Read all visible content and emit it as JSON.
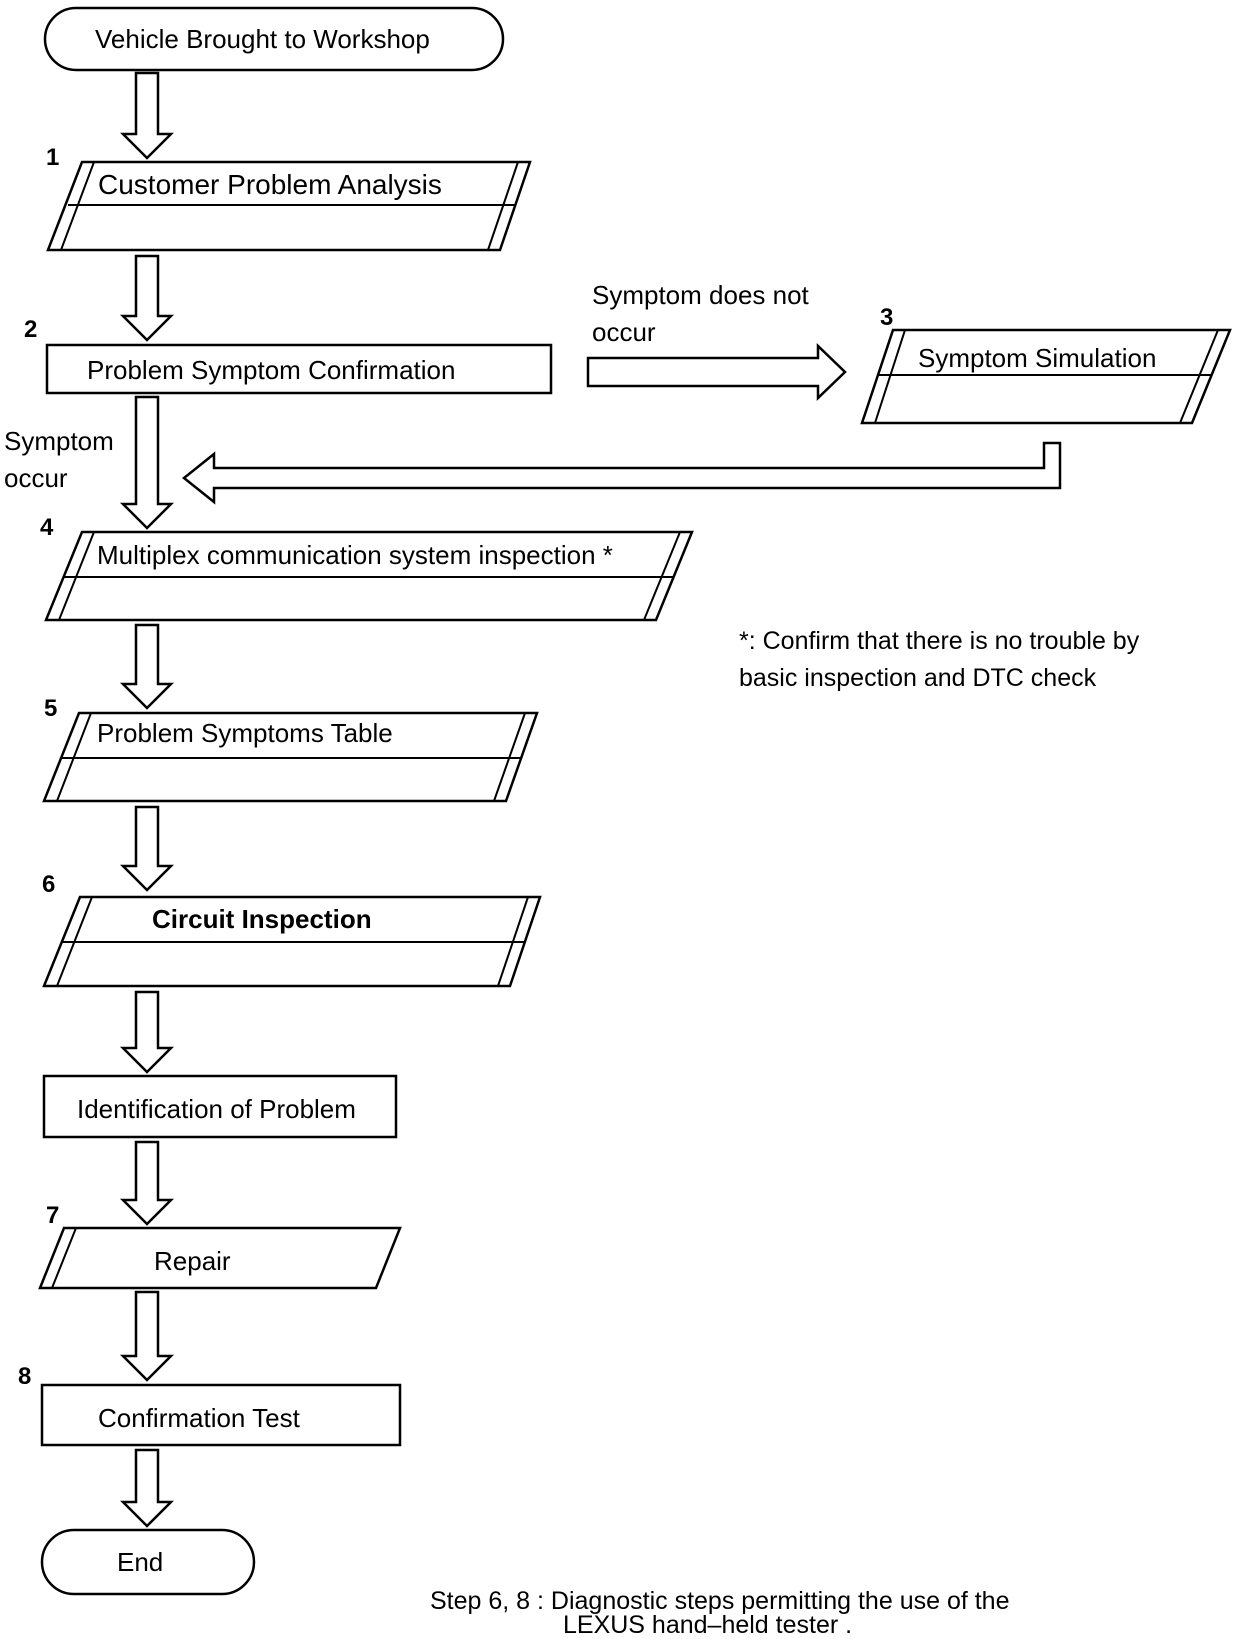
{
  "start": "Vehicle Brought to Workshop",
  "end": "End",
  "steps": [
    {
      "number": "1",
      "label": "Customer Problem Analysis"
    },
    {
      "number": "2",
      "label": "Problem Symptom Confirmation"
    },
    {
      "number": "3",
      "label": "Symptom Simulation"
    },
    {
      "number": "4",
      "label": "Multiplex communication system inspection *"
    },
    {
      "number": "5",
      "label": "Problem Symptoms Table"
    },
    {
      "number": "6",
      "label": "Circuit Inspection"
    },
    {
      "number": "7",
      "label": "Repair"
    },
    {
      "number": "8",
      "label": "Confirmation Test"
    }
  ],
  "identification": "Identification of Problem",
  "branch": {
    "does_not_occur_line1": "Symptom does not",
    "does_not_occur_line2": "occur",
    "occur_line1": "Symptom",
    "occur_line2": "occur"
  },
  "footnote": {
    "line1": "*: Confirm that there is no trouble by",
    "line2": "basic inspection and DTC check"
  },
  "bottom_note": {
    "line1": "Step 6, 8 : Diagnostic steps permitting the use of the",
    "line2": "LEXUS hand–held tester ."
  }
}
